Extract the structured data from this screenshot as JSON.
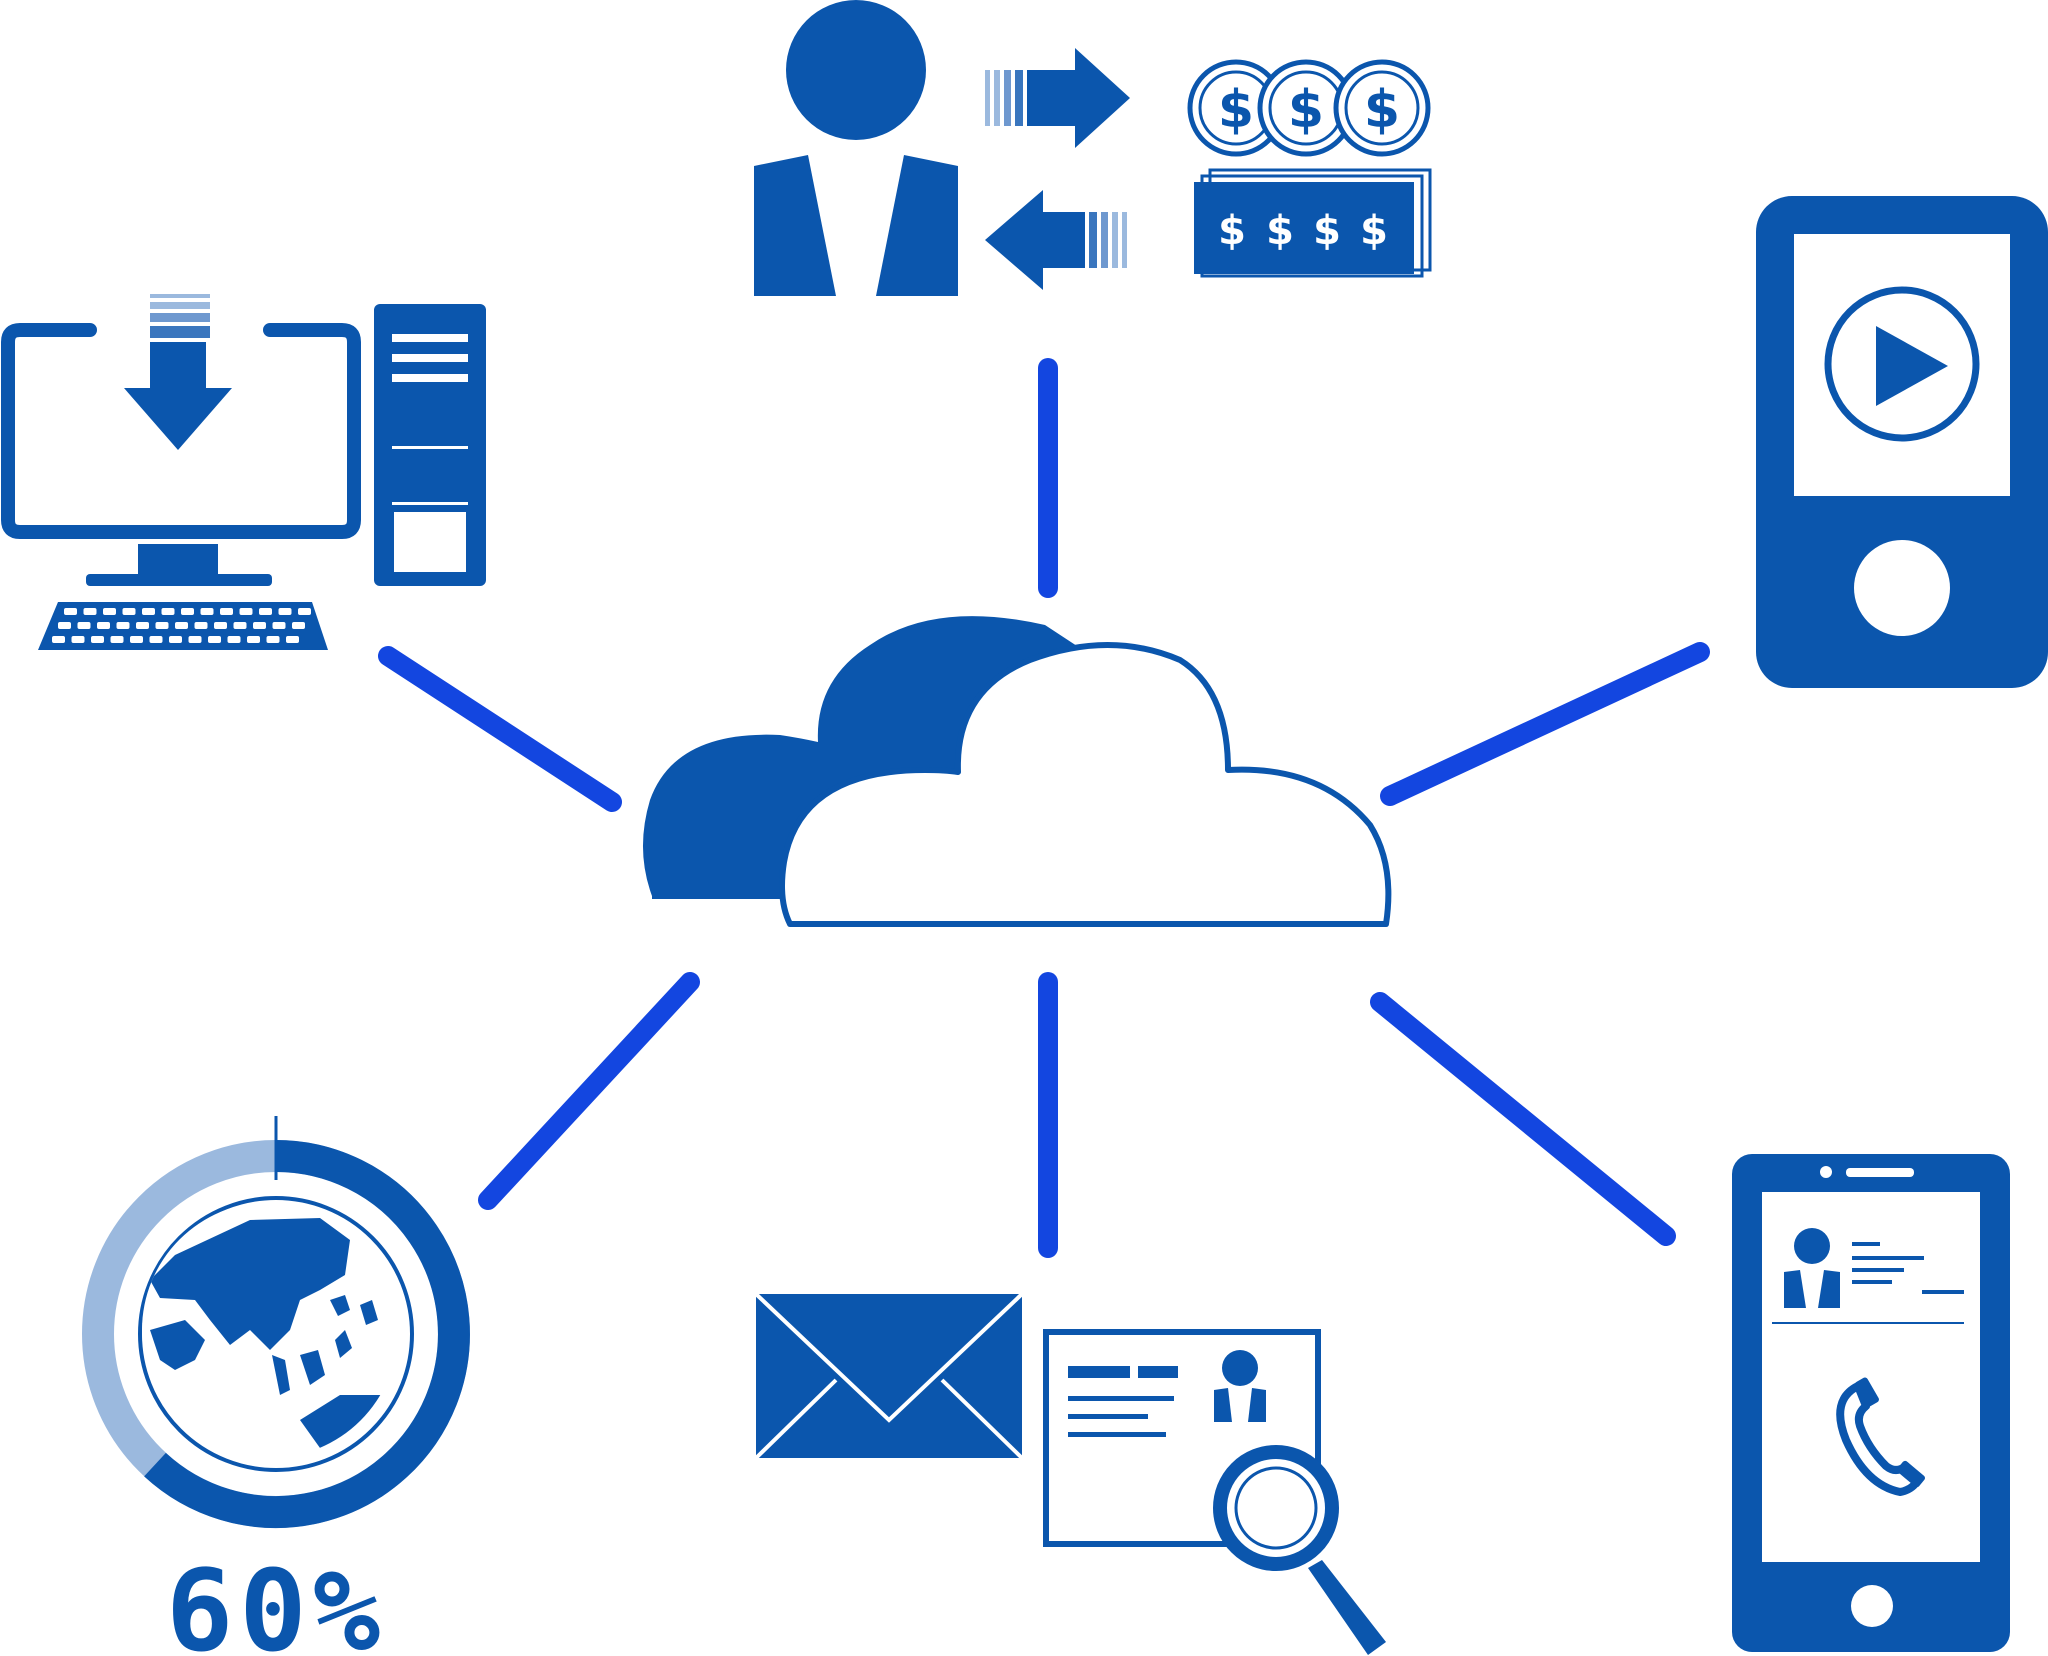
{
  "colors": {
    "primary": "#0B56AD",
    "connector": "#1346E0",
    "light": "#9BB9DE",
    "background": "#FFFFFF"
  },
  "center": {
    "icon": "cloud-icon"
  },
  "nodes": [
    {
      "icon": "user-money-exchange-icon",
      "position": "top"
    },
    {
      "icon": "desktop-computer-download-icon",
      "position": "top-left"
    },
    {
      "icon": "media-player-device-icon",
      "position": "top-right"
    },
    {
      "icon": "globe-progress-icon",
      "position": "bottom-left"
    },
    {
      "icon": "mail-and-profile-search-icon",
      "position": "bottom"
    },
    {
      "icon": "smartphone-contact-call-icon",
      "position": "bottom-right"
    }
  ],
  "globe_progress": {
    "value": 60,
    "label": "60%"
  }
}
